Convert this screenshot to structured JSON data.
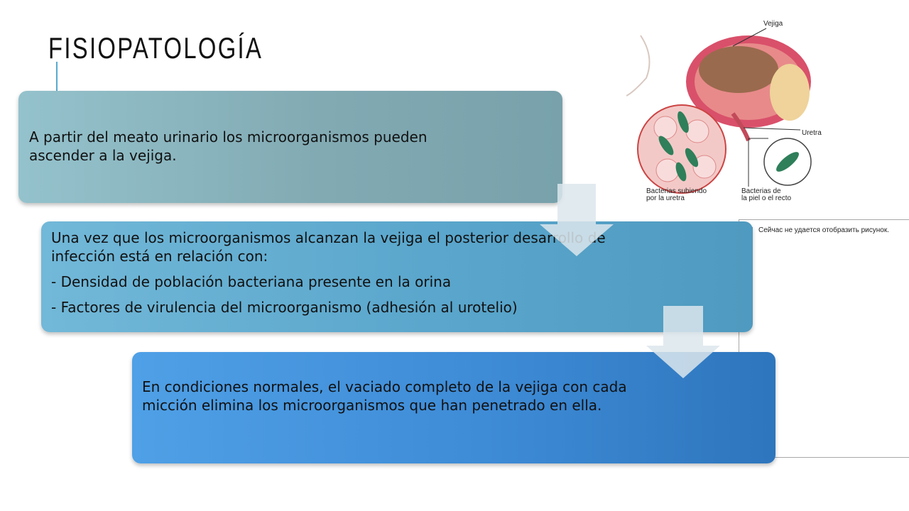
{
  "title": "FISIOPATOLOGÍA",
  "boxes": [
    {
      "text": "A partir del meato urinario los microorganismos pueden ascender a la vejiga."
    },
    {
      "intro": "Una vez que los microorganismos alcanzan la vejiga el posterior desarrollo de infección está en relación con:",
      "items": [
        "- Densidad de población bacteriana presente en la orina",
        "- Factores de virulencia del microorganismo (adhesión al urotelio)"
      ]
    },
    {
      "text": "En condiciones normales, el vaciado completo de la vejiga con cada micción elimina los microorganismos que han penetrado en ella."
    }
  ],
  "illustration": {
    "labels": {
      "bladder": "Vejiga",
      "urethra": "Uretra",
      "bacteria_urethra_1": "Bacterias subiendo",
      "bacteria_urethra_2": "por la uretra",
      "bacteria_skin_1": "Bacterias de",
      "bacteria_skin_2": "la piel o el recto"
    }
  },
  "broken_image": {
    "message": "Сейчас не удается отобразить рисунок."
  },
  "colors": {
    "box1": "#82aab3",
    "box2": "#5aa6cc",
    "box3": "#3e8bd6",
    "title_accent": "#59a9cf",
    "arrow": "#dce6ec"
  }
}
